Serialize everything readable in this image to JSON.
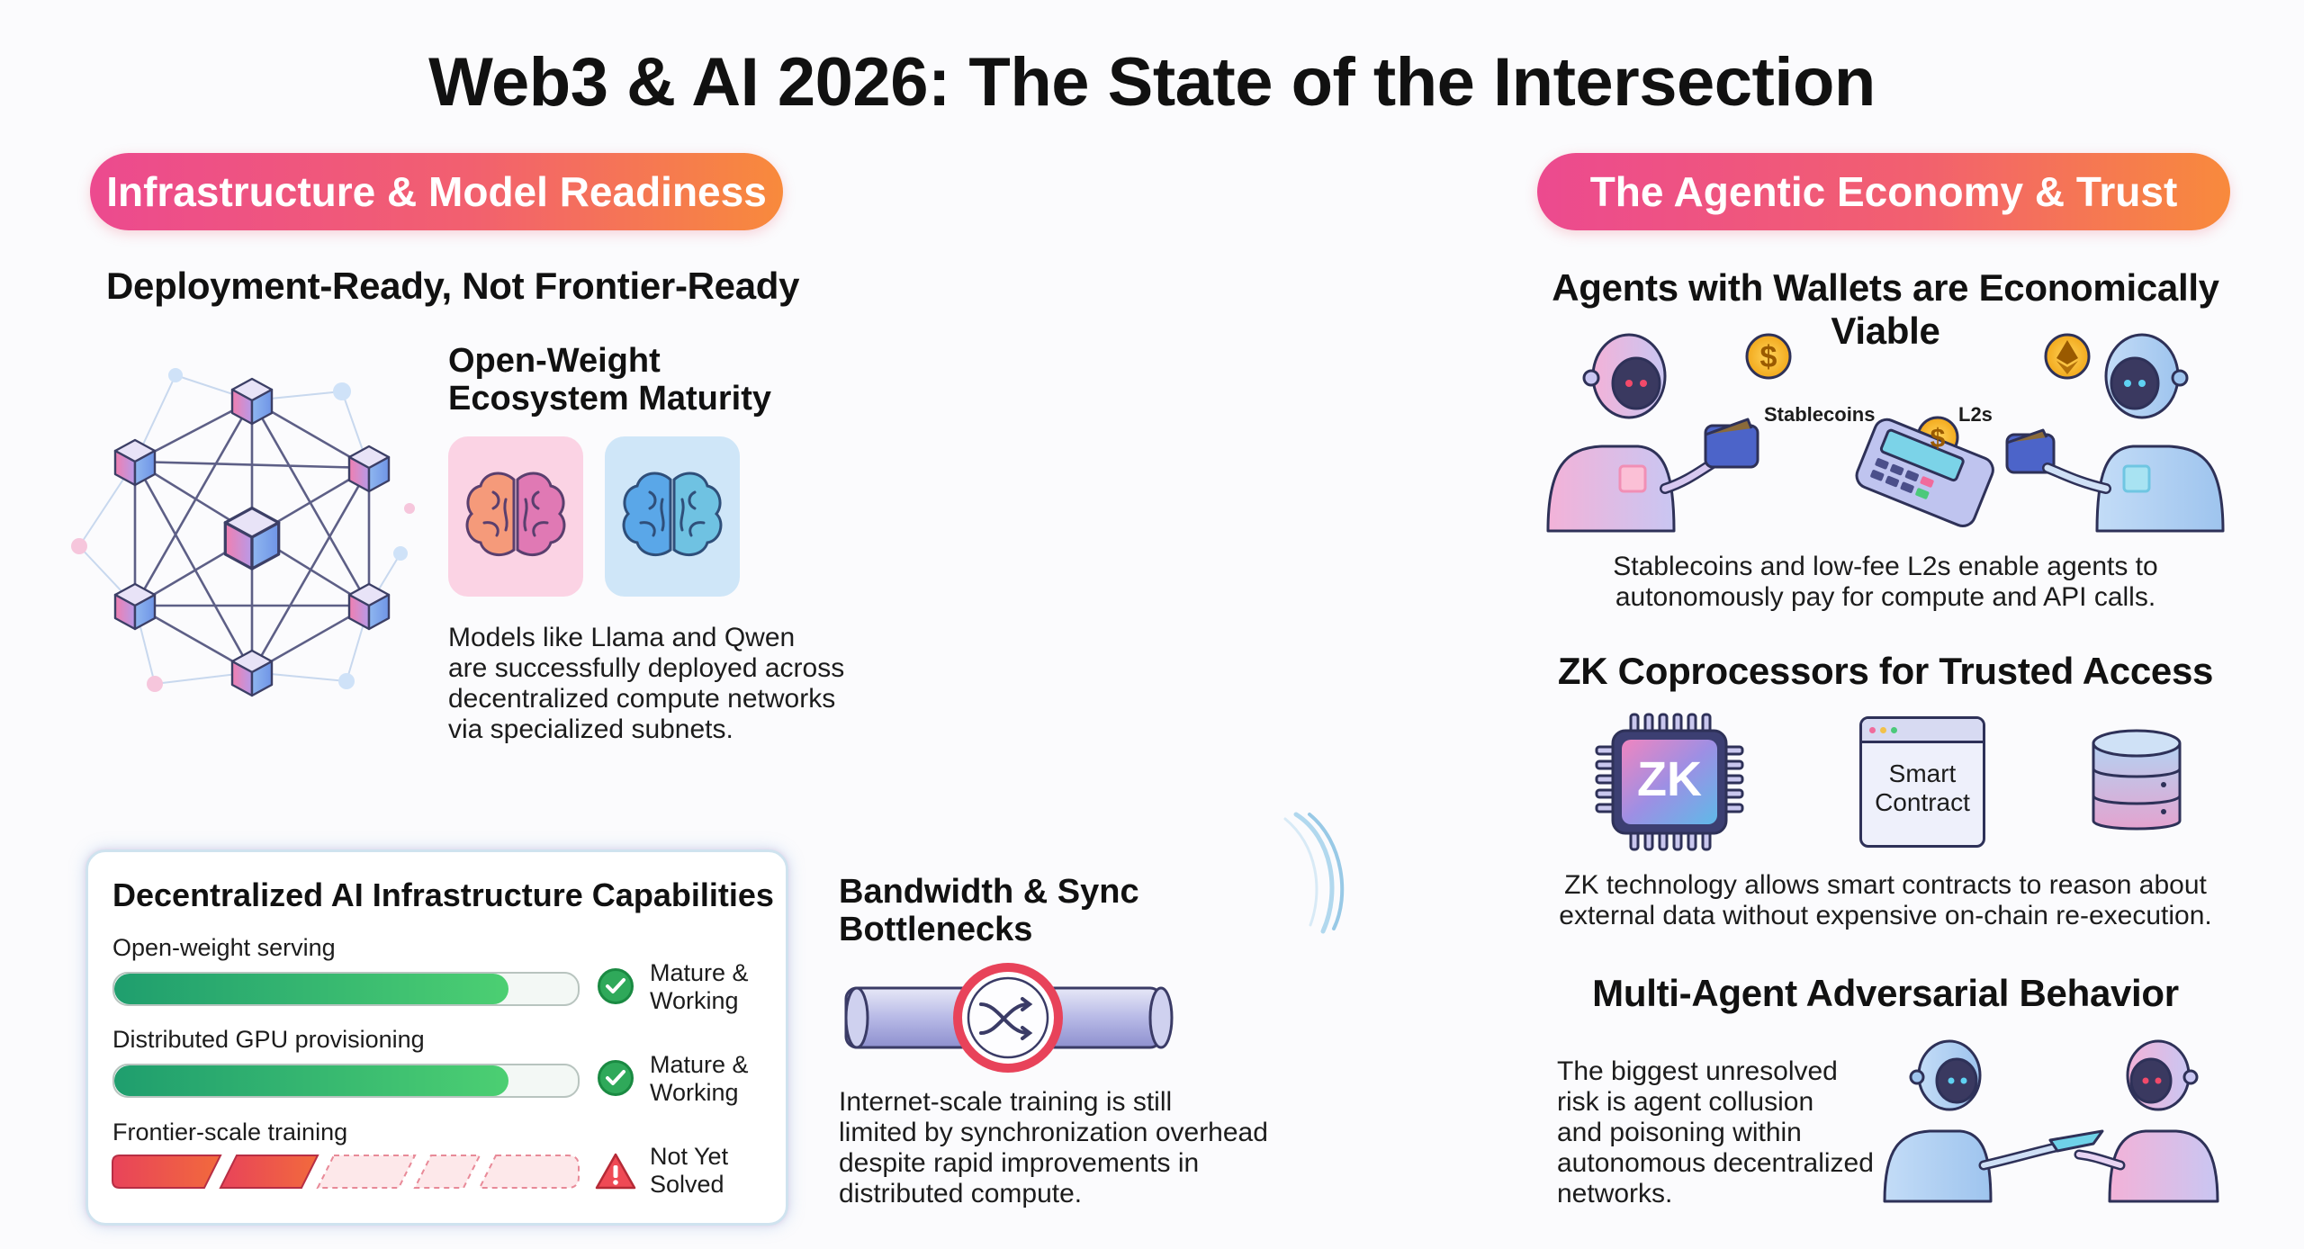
{
  "title": "Web3 & AI 2026: The State of the Intersection",
  "left": {
    "pill": "Infrastructure & Model Readiness",
    "heading": "Deployment-Ready, Not Frontier-Ready",
    "open_weight": {
      "title_line1": "Open-Weight",
      "title_line2": "Ecosystem Maturity",
      "body_lines": [
        "Models like Llama and Qwen",
        "are successfully deployed across",
        "decentralized compute networks",
        "via specialized subnets."
      ]
    },
    "capabilities": {
      "title": "Decentralized AI Infrastructure Capabilities",
      "items": [
        {
          "label": "Open-weight serving",
          "progress": 0.85,
          "status_line1": "Mature &",
          "status_line2": "Working",
          "state": "ok"
        },
        {
          "label": "Distributed GPU provisioning",
          "progress": 0.85,
          "status_line1": "Mature &",
          "status_line2": "Working",
          "state": "ok"
        },
        {
          "label": "Frontier-scale training",
          "progress": 0.4,
          "status_line1": "Not Yet",
          "status_line2": "Solved",
          "state": "warn"
        }
      ]
    },
    "bandwidth": {
      "title_line1": "Bandwidth & Sync",
      "title_line2": "Bottlenecks",
      "body_lines": [
        "Internet-scale training is still",
        "limited by synchronization overhead",
        "despite rapid improvements in",
        "distributed compute."
      ]
    }
  },
  "right": {
    "pill": "The Agentic Economy & Trust",
    "wallets": {
      "heading": "Agents with Wallets are Economically Viable",
      "label_stablecoins": "Stablecoins",
      "label_l2s": "L2s",
      "body_lines": [
        "Stablecoins and low-fee L2s enable agents to",
        "autonomously pay for compute and API calls."
      ]
    },
    "zk": {
      "heading": "ZK Coprocessors for Trusted Access",
      "chip_text": "ZK",
      "contract_line1": "Smart",
      "contract_line2": "Contract",
      "body_lines": [
        "ZK technology allows smart contracts to reason about",
        "external data without expensive on-chain re-execution."
      ]
    },
    "adversarial": {
      "heading": "Multi-Agent Adversarial Behavior",
      "body_lines": [
        "The biggest unresolved",
        "risk is agent collusion",
        "and poisoning within",
        "autonomous decentralized",
        "networks."
      ]
    }
  },
  "colors": {
    "pill_start": "#ec4a8f",
    "pill_end": "#f88a3c",
    "ok_green": "#2fa95a",
    "warn_red": "#e8435a"
  }
}
